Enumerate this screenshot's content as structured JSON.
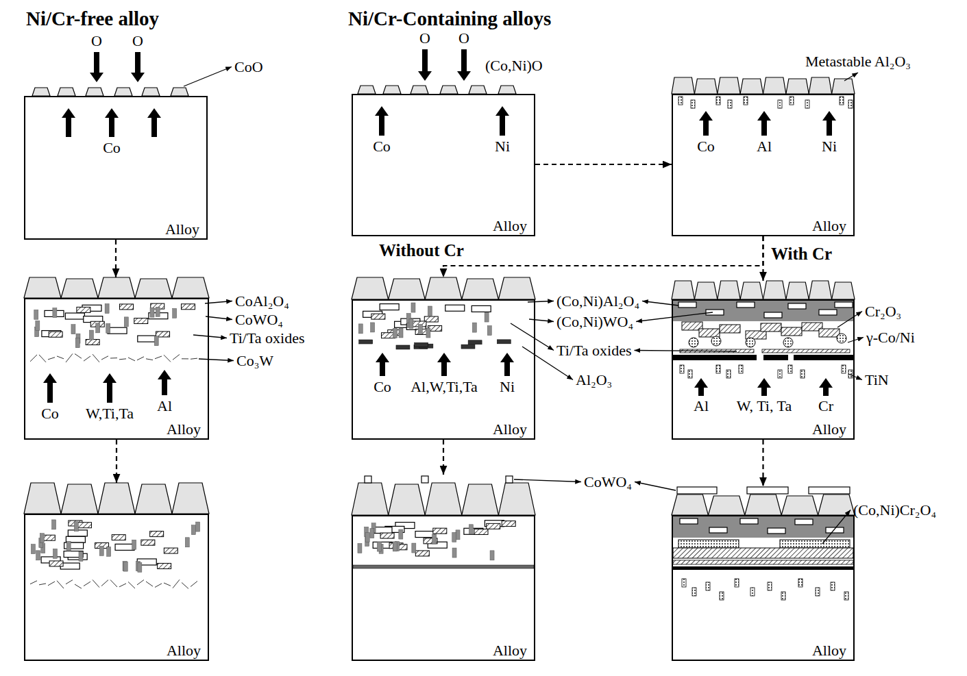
{
  "diagram": {
    "nodes": [
      {
        "text": [
          "Alloy"
        ]
      },
      {
        "text": [
          "Alloy"
        ]
      },
      {
        "text": [
          "Alloy"
        ]
      },
      {
        "text": [
          "Alloy"
        ]
      },
      {
        "text": [
          "Alloy"
        ]
      },
      {
        "text": [
          "Alloy"
        ]
      },
      {
        "text": [
          "Alloy"
        ]
      },
      {
        "text": [
          "Alloy"
        ]
      },
      {
        "text": [
          "Alloy"
        ]
      }
    ],
    "edges": [
      {
        "from": 0,
        "to": 1,
        "arrow": "to"
      },
      {
        "from": 1,
        "to": 2,
        "arrow": "to"
      },
      {
        "from": 3,
        "to": 4,
        "arrow": "to"
      },
      {
        "from": 4,
        "to": 5,
        "label": "Without Cr",
        "arrow": "to"
      },
      {
        "from": 4,
        "to": 6,
        "label": "With Cr",
        "arrow": "to"
      },
      {
        "from": 5,
        "to": 7,
        "arrow": "to"
      },
      {
        "from": 6,
        "to": 8,
        "arrow": "to"
      }
    ],
    "labels": [
      "Ni/Cr-free alloy",
      "O",
      "O",
      "CoO",
      "Co",
      "CoAl₂O₄",
      "CoWO₄",
      "Ti/Ta oxides",
      "Co₃W",
      "Co",
      "W,Ti,Ta",
      "Al",
      "Ni/Cr-Containing alloys",
      "O",
      "O",
      "(Co,Ni)O",
      "Co",
      "Ni",
      "Metastable Al₂O₃",
      "Co",
      "Al",
      "Ni",
      "(Co,Ni)Al₂O₄",
      "(Co,Ni)WO₄",
      "Ti/Ta oxides",
      "Al₂O₃",
      "Co",
      "Al,W,Ti,Ta",
      "Ni",
      "Cr₂O₃",
      "γ-Co/Ni",
      "TiN",
      "Al",
      "W, Ti, Ta",
      "Cr",
      "CoWO₄",
      "(Co,Ni)Cr₂O₄"
    ]
  }
}
